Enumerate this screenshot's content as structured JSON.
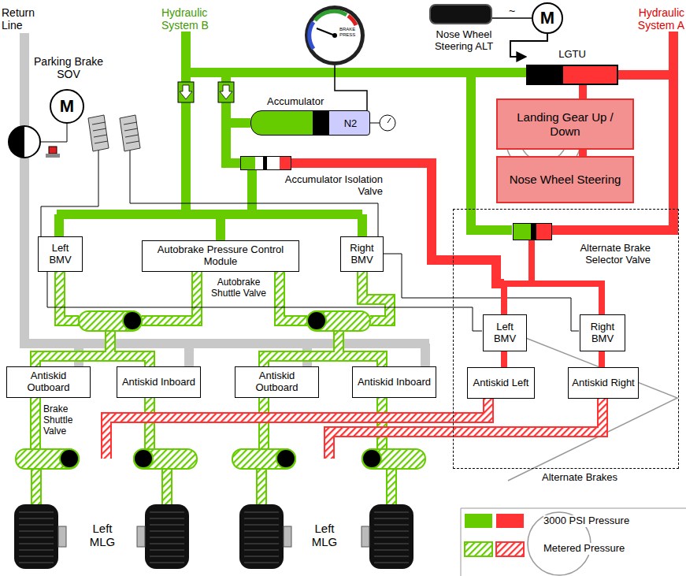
{
  "diagram": {
    "nodes": [
      {
        "text": [
          "Parking Brake SOV",
          "M"
        ]
      },
      {
        "text": [
          "BRAKE PRESS"
        ]
      },
      {
        "text": [
          "Nose Wheel Steering ALT"
        ]
      },
      {
        "text": [
          "M"
        ]
      },
      {
        "text": [
          "LGTU"
        ]
      },
      {
        "text": [
          "Accumulator",
          "N2"
        ]
      },
      {
        "text": [
          "Accumulator Isolation Valve"
        ]
      },
      {
        "text": [
          "Landing Gear Up / Down"
        ]
      },
      {
        "text": [
          "Nose Wheel Steering"
        ]
      },
      {
        "text": [
          "Alternate Brakes"
        ]
      },
      {
        "text": [
          "Alternate Brake Selector Valve"
        ],
        "in": 9
      },
      {
        "text": [
          "Left BMV"
        ]
      },
      {
        "text": [
          "Autobrake Pressure Control Module"
        ]
      },
      {
        "text": [
          "Right BMV"
        ]
      },
      {
        "text": [
          "Left BMV"
        ],
        "in": 9
      },
      {
        "text": [
          "Right BMV"
        ],
        "in": 9
      },
      {
        "text": [
          "Antiskid Outboard"
        ]
      },
      {
        "text": [
          "Antiskid Inboard"
        ]
      },
      {
        "text": [
          "Antiskid Outboard"
        ]
      },
      {
        "text": [
          "Antiskid Inboard"
        ]
      },
      {
        "text": [
          "Antiskid Left"
        ],
        "in": 9
      },
      {
        "text": [
          "Antiskid Right"
        ],
        "in": 9
      }
    ],
    "edges": [
      {
        "from": 2,
        "to": 3,
        "label": "~",
        "arrow": "none"
      },
      {
        "from": 3,
        "to": 4,
        "arrow": "to"
      },
      {
        "from": 4,
        "to": 7,
        "arrow": "none"
      },
      {
        "from": 7,
        "to": 8,
        "arrow": "none"
      },
      {
        "from": 1,
        "to": 5,
        "arrow": "none"
      },
      {
        "from": 10,
        "to": 14,
        "arrow": "none"
      },
      {
        "from": 10,
        "to": 15,
        "arrow": "none"
      },
      {
        "from": 14,
        "to": 20,
        "arrow": "none"
      },
      {
        "from": 15,
        "to": 21,
        "arrow": "none"
      }
    ],
    "labels": [
      "Return Line",
      "Hydraulic System B",
      "Hydraulic System A",
      "Autobrake Shuttle Valve",
      "Brake Shuttle Valve",
      "Left MLG",
      "Left MLG"
    ],
    "legend": [
      {
        "text": "3000 PSI Pressure",
        "color": "#66cc00"
      },
      {
        "text": "Metered Pressure"
      }
    ]
  }
}
